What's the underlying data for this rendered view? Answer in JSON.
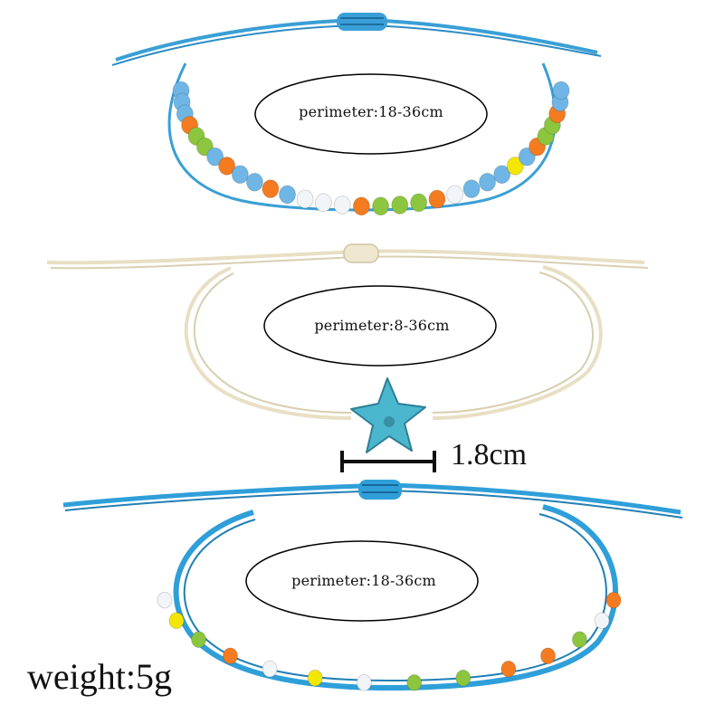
{
  "bracelets": [
    {
      "perimeter_label": "perimeter:18-36cm",
      "cord_color": "#3a9fd6"
    },
    {
      "perimeter_label": "perimeter:8-36cm",
      "cord_color": "#efe7cf",
      "charm": "starfish-icon",
      "charm_color": "#4ab7cf"
    },
    {
      "perimeter_label": "perimeter:18-36cm",
      "cord_color": "#2f9fd9"
    }
  ],
  "charm_size_label": "1.8cm",
  "weight_label": "weight:5g",
  "colors": {
    "bead_blue": "#6fb6e6",
    "bead_white": "#f2f5f8",
    "bead_green": "#8cc63f",
    "bead_orange": "#f47b20",
    "bead_yellow": "#f3e600"
  }
}
